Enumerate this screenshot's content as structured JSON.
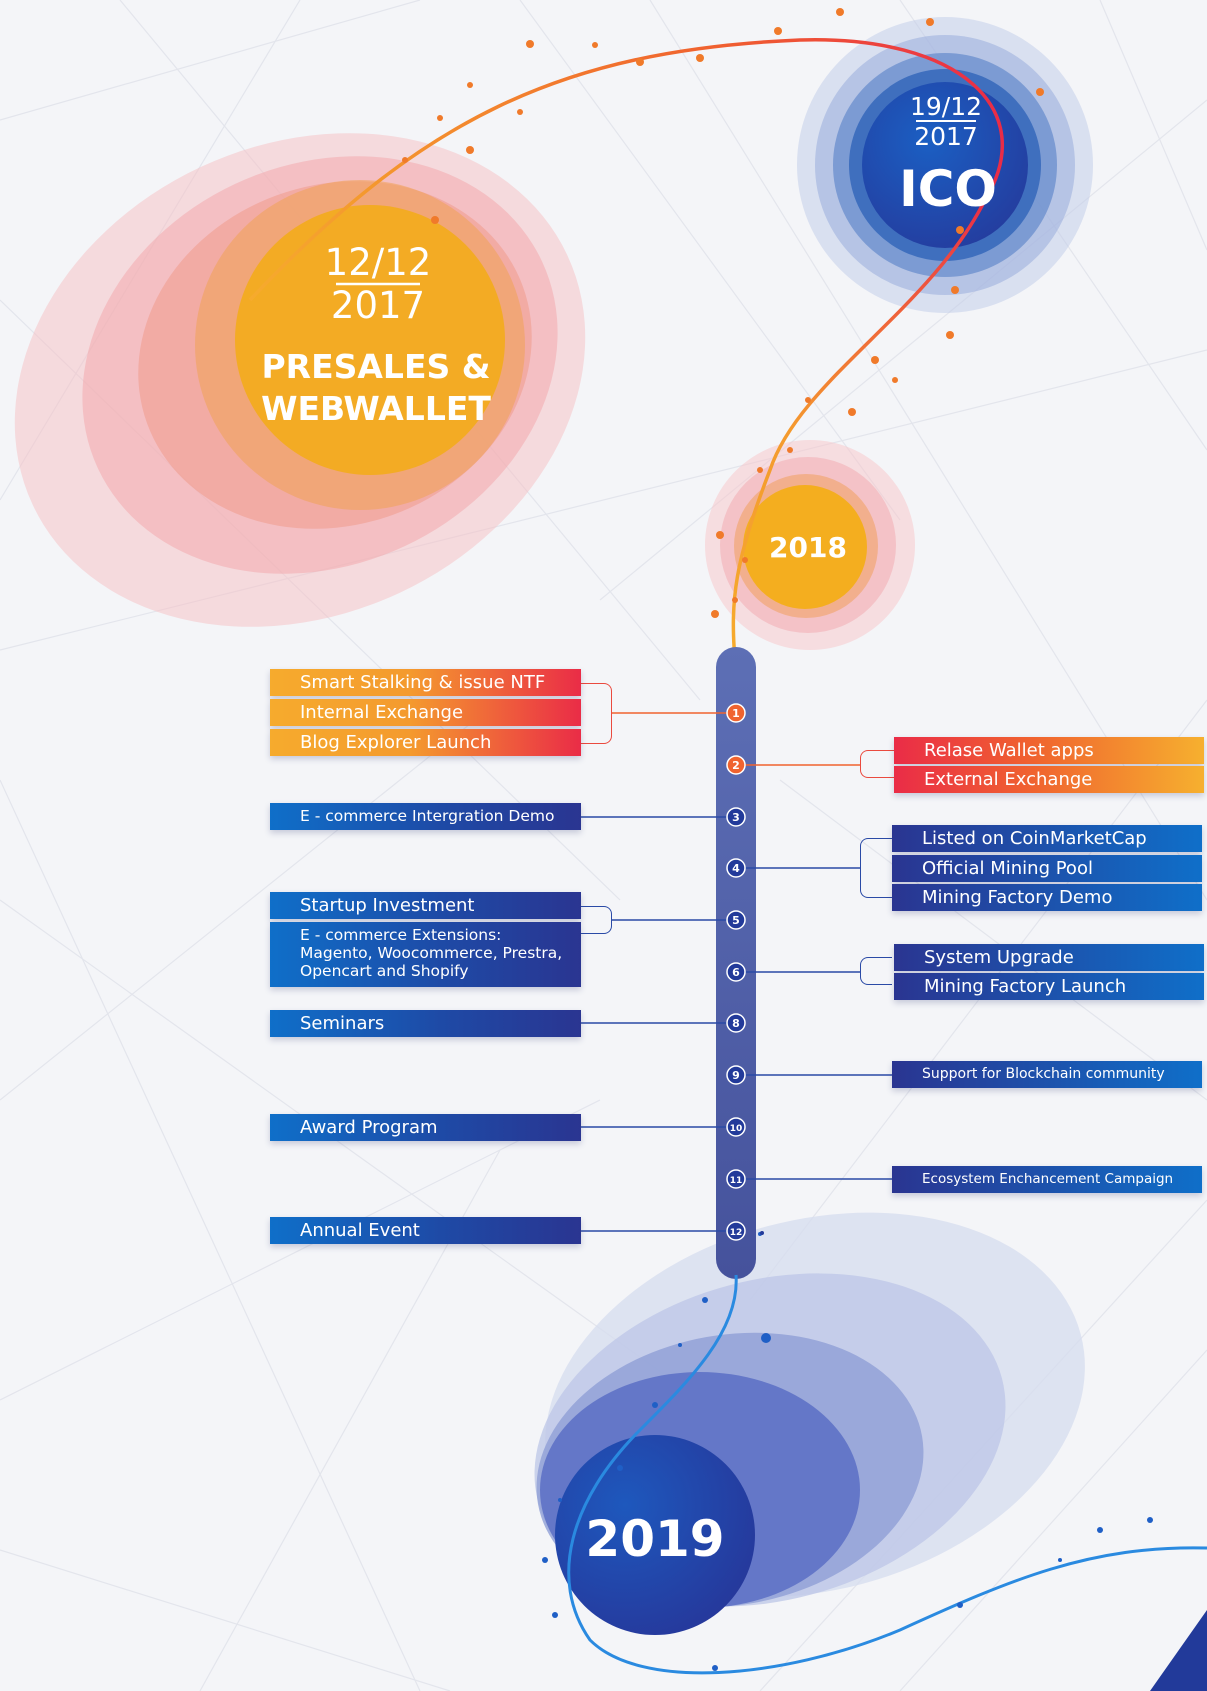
{
  "milestones": {
    "presales": {
      "date_top": "12/12",
      "date_bottom": "2017",
      "title_line1": "PRESALES &",
      "title_line2": "WEBWALLET"
    },
    "ico": {
      "date_top": "19/12",
      "date_bottom": "2017",
      "title": "ICO"
    },
    "year_2018": "2018",
    "year_2019": "2019"
  },
  "timeline": {
    "nodes": [
      "1",
      "2",
      "3",
      "4",
      "5",
      "6",
      "8",
      "9",
      "10",
      "11",
      "12"
    ],
    "left_items": {
      "smart_stalking": "Smart Stalking & issue NTF",
      "internal_exchange": "Internal Exchange",
      "blog_explorer": "Blog Explorer Launch",
      "ecommerce_demo": "E - commerce Intergration Demo",
      "startup_investment": "Startup Investment",
      "ecommerce_extensions": "E - commerce Extensions: Magento, Woocommerce, Prestra, Opencart and Shopify",
      "seminars": "Seminars",
      "award_program": "Award Program",
      "annual_event": "Annual Event"
    },
    "right_items": {
      "relase_wallet": "Relase Wallet apps",
      "external_exchange": "External Exchange",
      "coinmarketcap": "Listed on CoinMarketCap",
      "mining_pool": "Official Mining Pool",
      "mining_factory_demo": "Mining Factory Demo",
      "system_upgrade": "System Upgrade",
      "mining_factory_launch": "Mining Factory Launch",
      "blockchain_support": "Support for Blockchain community",
      "ecosystem": "Ecosystem Enchancement Campaign"
    }
  },
  "colors": {
    "orange": "#f6ab2d",
    "red": "#ea2c47",
    "blue_dark": "#2a3591",
    "blue_light": "#0f6fc9",
    "timeline_bar": "#4f5fa8"
  }
}
